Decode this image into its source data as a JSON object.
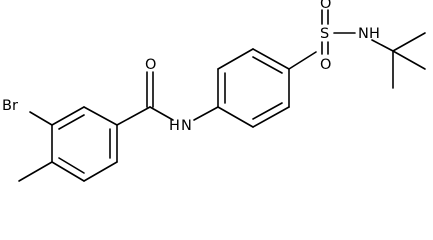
{
  "structure": {
    "type": "chemical-structure",
    "atom_labels": {
      "bromine": "Br",
      "carbonyl_oxygen": "O",
      "amide_nitrogen": "N",
      "amide_hydrogen": "H",
      "sulfur": "S",
      "sulfonyl_oxygen_top": "O",
      "sulfonyl_oxygen_bottom": "O",
      "sulfonamide_nitrogen": "N",
      "sulfonamide_hydrogen": "H"
    },
    "colors": {
      "bond": "#000000",
      "background": "#ffffff"
    }
  }
}
